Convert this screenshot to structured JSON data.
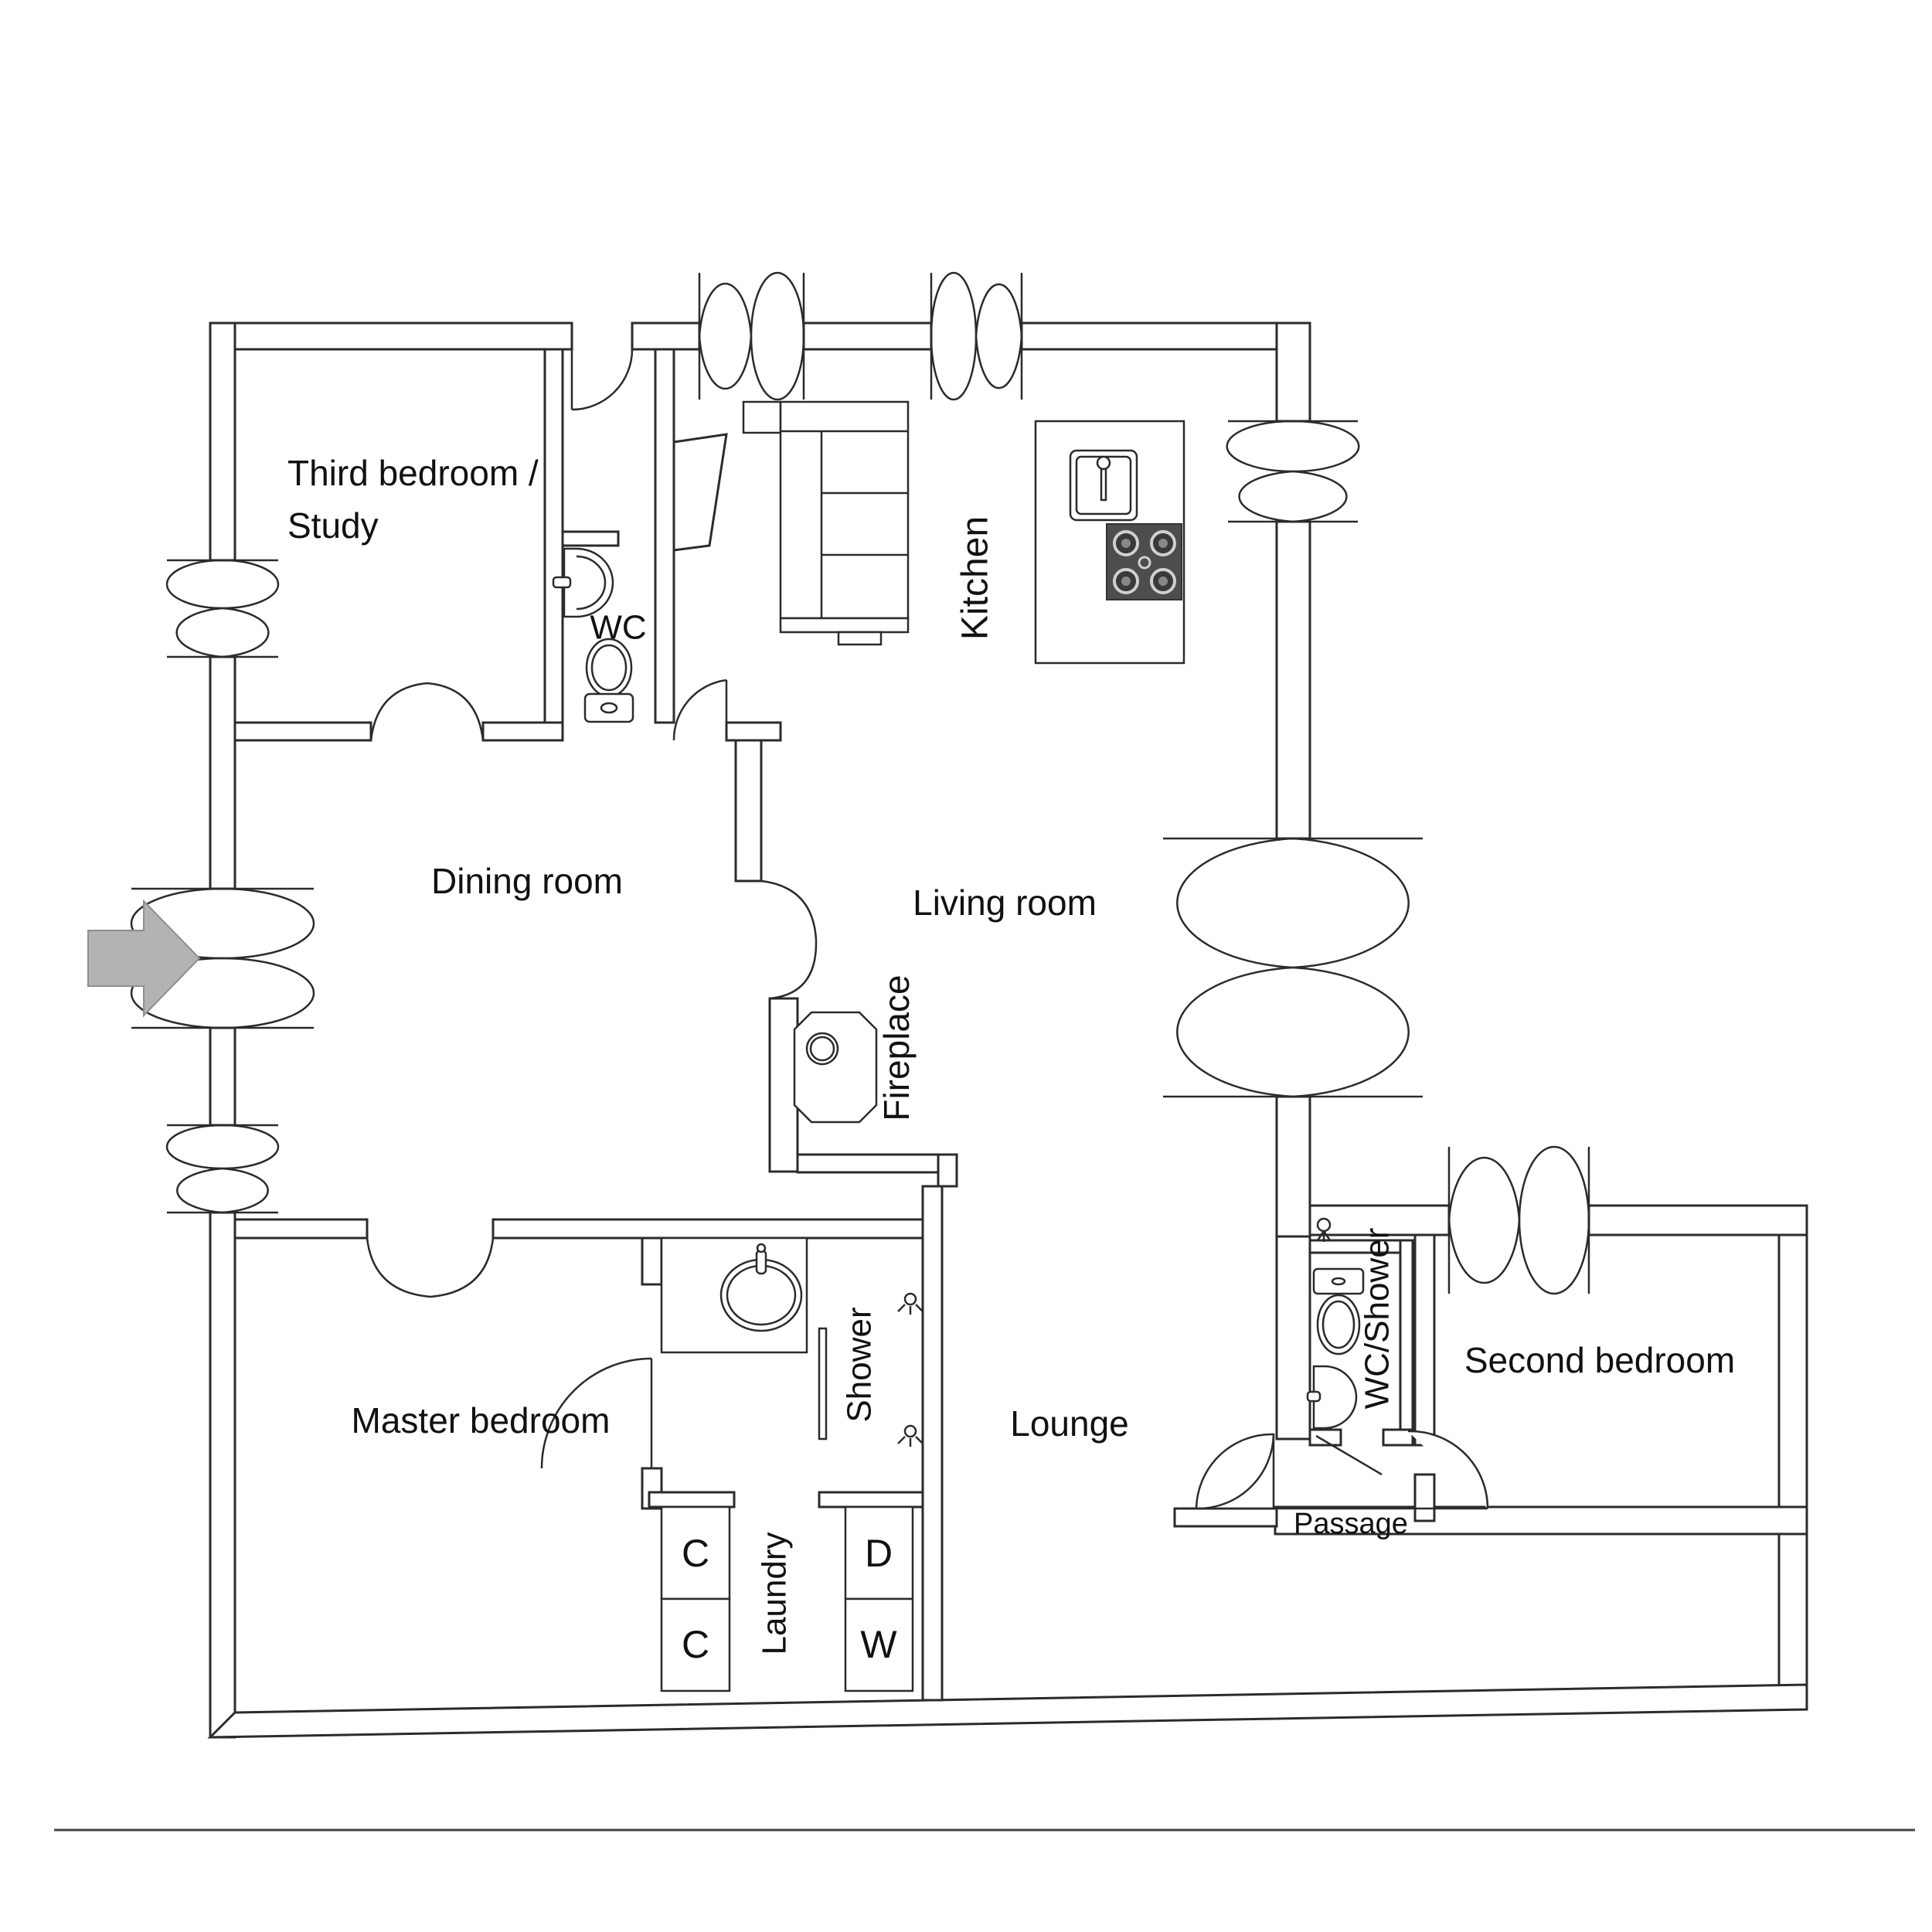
{
  "plan": {
    "type": "apartment-floor-plan",
    "rooms": {
      "third_bedroom": {
        "label_line1": "Third bedroom /",
        "label_line2": "Study"
      },
      "wc": {
        "label": "WC"
      },
      "kitchen": {
        "label": "Kitchen"
      },
      "dining": {
        "label": "Dining room"
      },
      "living": {
        "label": "Living room"
      },
      "fireplace": {
        "label": "Fireplace"
      },
      "master_bedroom": {
        "label": "Master bedroom"
      },
      "shower": {
        "label": "Shower"
      },
      "lounge": {
        "label": "Lounge"
      },
      "laundry": {
        "label": "Laundry",
        "closet_top": "C",
        "closet_bottom": "C",
        "dryer": "D",
        "washer": "W"
      },
      "wc_shower": {
        "label": "WC/Shower"
      },
      "second_bedroom": {
        "label": "Second bedroom"
      },
      "passage": {
        "label": "Passage"
      }
    },
    "colors": {
      "line": "#2b2b2b",
      "entry_arrow": "#b3b3b3",
      "entry_arrow_stroke": "#8f8f8f",
      "cooktop": "#4d4d4d",
      "burner_ring": "#d0d0d0",
      "burner_fill": "#3a3a3a"
    }
  }
}
